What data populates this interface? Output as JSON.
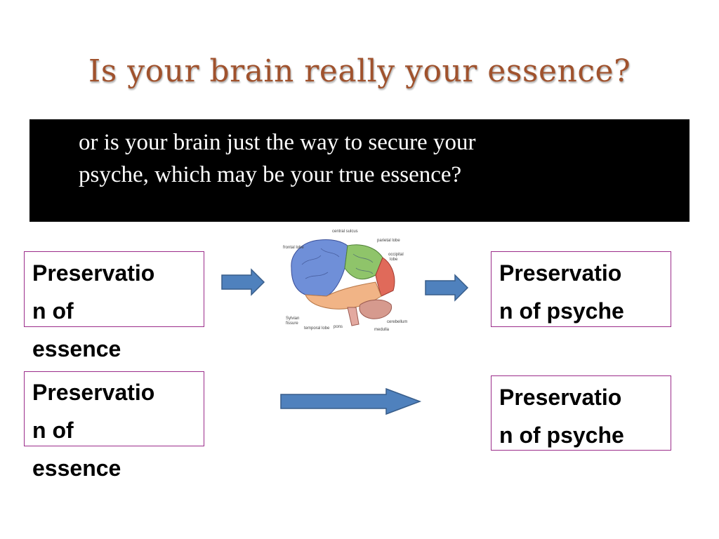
{
  "title": "Is your brain really your essence?",
  "question": {
    "line1": "or is your brain just the way to secure your",
    "line2": "psyche, which may be your true essence?"
  },
  "row1": {
    "left_box": {
      "line1": "Preservatio",
      "line2": "n of",
      "line3": "essence"
    },
    "right_box": {
      "line1": "Preservatio",
      "line2": "n of psyche"
    }
  },
  "row2": {
    "left_box": {
      "line1": "Preservatio",
      "line2": "n of",
      "line3": "essence"
    },
    "right_box": {
      "line1": "Preservatio",
      "line2": "n of psyche"
    }
  },
  "brain_labels": {
    "central_sulcus": "central sulcus",
    "frontal_lobe": "frontal lobe",
    "parietal_lobe": "parietal lobe",
    "occipital_lobe_1": "occipital",
    "occipital_lobe_2": "lobe",
    "sylvian_1": "Sylvian",
    "sylvian_2": "fissure",
    "temporal_lobe": "temporal lobe",
    "pons": "pons",
    "cerebellum": "cerebellum",
    "medulla": "medulla"
  },
  "colors": {
    "title": "#a0522d",
    "box_border": "#9b2c8a",
    "arrow_fill": "#4f81bd",
    "arrow_stroke": "#385d8a"
  }
}
